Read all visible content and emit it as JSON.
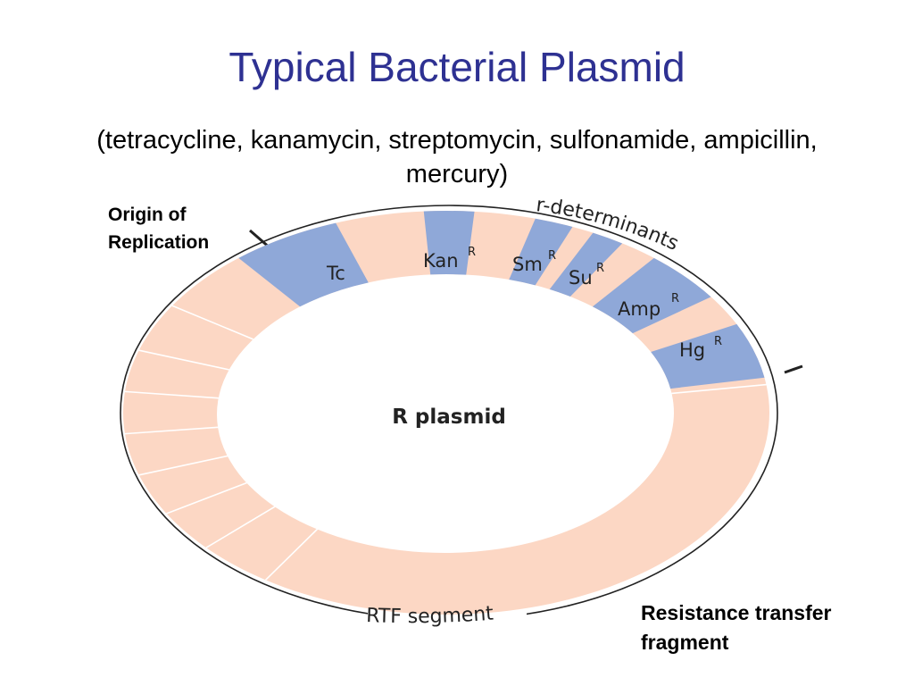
{
  "title": "Typical Bacterial Plasmid",
  "subtitle": {
    "line1": "(tetracycline, kanamycin, streptomycin, sulfonamide, ampicillin,",
    "line2": "mercury)"
  },
  "callouts": {
    "origin": {
      "line1": "Origin of",
      "line2": "Replication"
    },
    "rtf": {
      "line1": "Resistance transfer",
      "line2": "fragment"
    }
  },
  "diagram": {
    "center_label": "R plasmid",
    "arc_labels": {
      "r_determinants": "r-determinants",
      "rtf_segment": "RTF segment"
    },
    "genes": [
      {
        "name": "Tc",
        "sup": ""
      },
      {
        "name": "Kan",
        "sup": "R"
      },
      {
        "name": "Sm",
        "sup": "R"
      },
      {
        "name": "Su",
        "sup": "R"
      },
      {
        "name": "Amp",
        "sup": "R"
      },
      {
        "name": "Hg",
        "sup": "R"
      }
    ]
  },
  "colors": {
    "title": "#2e3192",
    "ring": "#fcd7c4",
    "gene_segment": "#8fa8d8",
    "outline": "#222222"
  }
}
